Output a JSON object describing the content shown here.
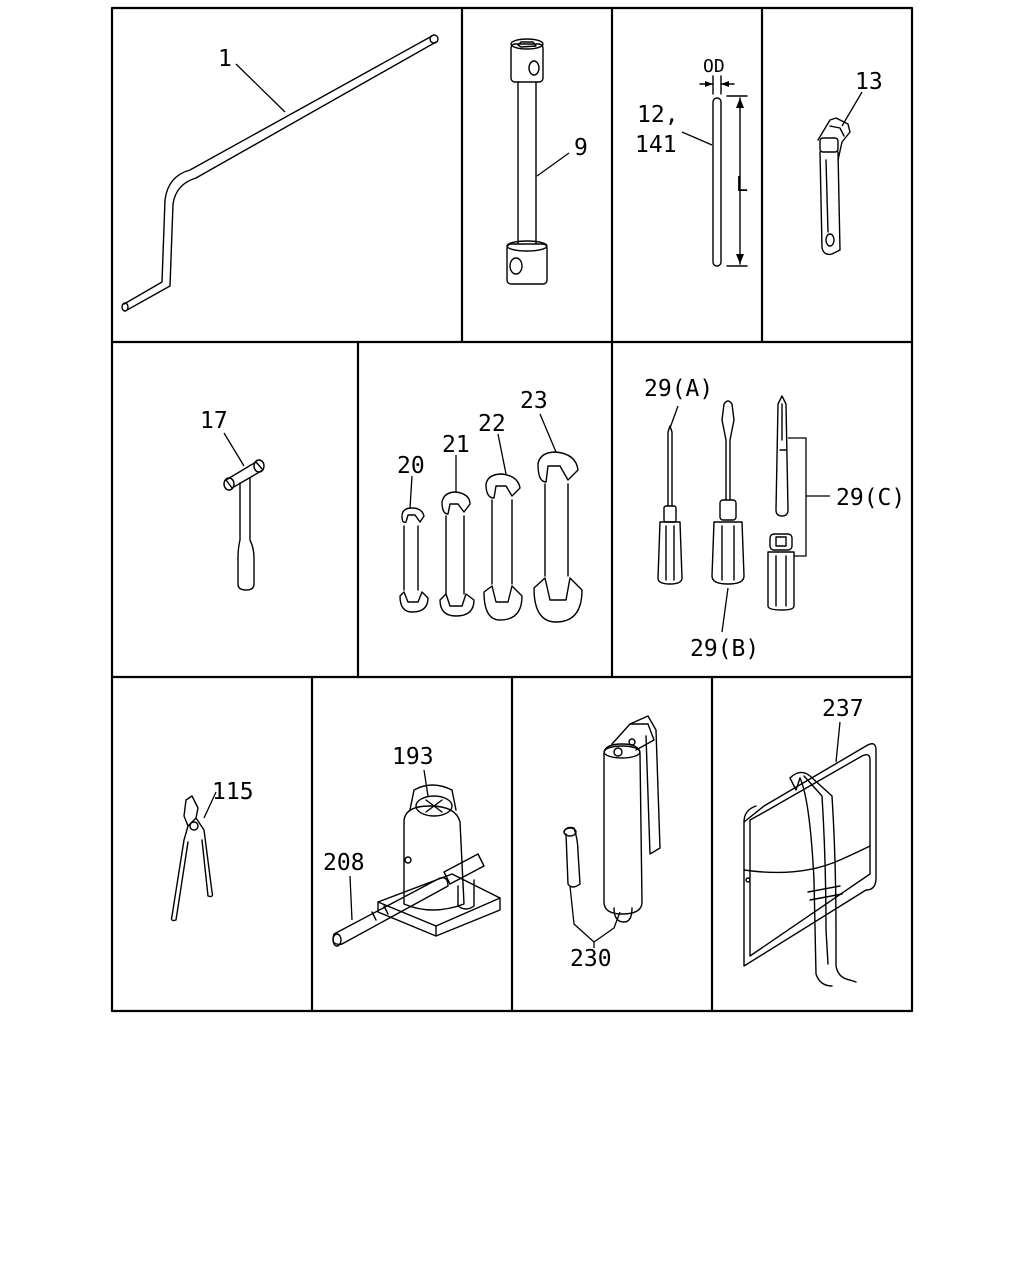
{
  "labels": {
    "p1": "1",
    "p9": "9",
    "od": "OD",
    "p12": "12,",
    "p141": "141",
    "len": "L",
    "p13": "13",
    "p17": "17",
    "p20": "20",
    "p21": "21",
    "p22": "22",
    "p23": "23",
    "p29a": "29(A)",
    "p29b": "29(B)",
    "p29c": "29(C)",
    "p115": "115",
    "p193": "193",
    "p208": "208",
    "p230": "230",
    "p237": "237"
  },
  "icons": [
    "jack-handle-bar",
    "box-wrench",
    "pin-rod",
    "adjustable-wrench",
    "hammer",
    "open-end-wrench",
    "screwdriver",
    "pliers",
    "bottle-jack",
    "grease-gun",
    "tool-bag"
  ]
}
